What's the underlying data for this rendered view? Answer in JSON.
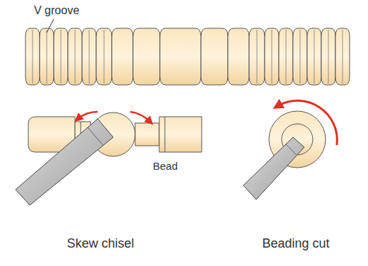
{
  "diagram": {
    "labels": [
      "V groove",
      "Bead",
      "Skew chisel",
      "Beading cut"
    ]
  }
}
